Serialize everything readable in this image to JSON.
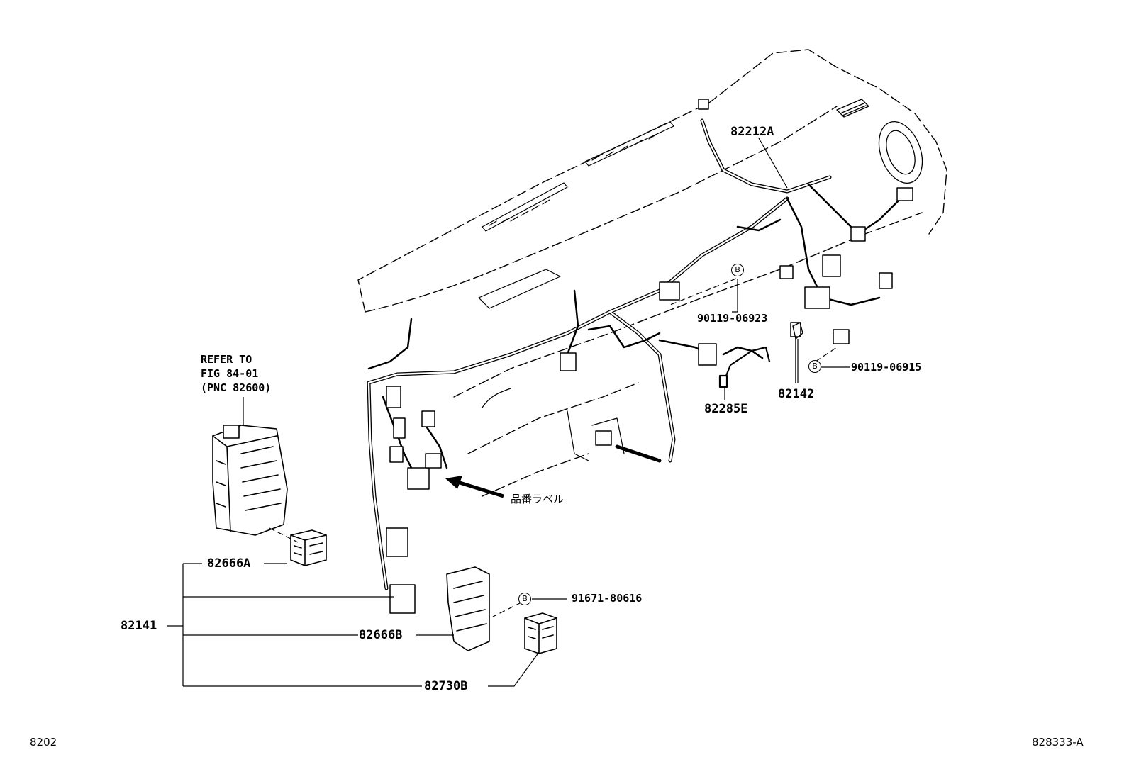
{
  "figure": {
    "page_code": "8202",
    "figure_code": "828333-A"
  },
  "refer_note": {
    "line1": "REFER TO",
    "line2": "FIG 84-01",
    "line3": "(PNC 82600)"
  },
  "part_label_jp": "品番ラベル",
  "bolt_marker": "B",
  "parts": {
    "p82212A": "82212A",
    "p90119_06923": "90119-06923",
    "p90119_06915": "90119-06915",
    "p82142": "82142",
    "p82285E": "82285E",
    "p82666A": "82666A",
    "p82141": "82141",
    "p82666B": "82666B",
    "p91671_80616": "91671-80616",
    "p82730B": "82730B"
  }
}
